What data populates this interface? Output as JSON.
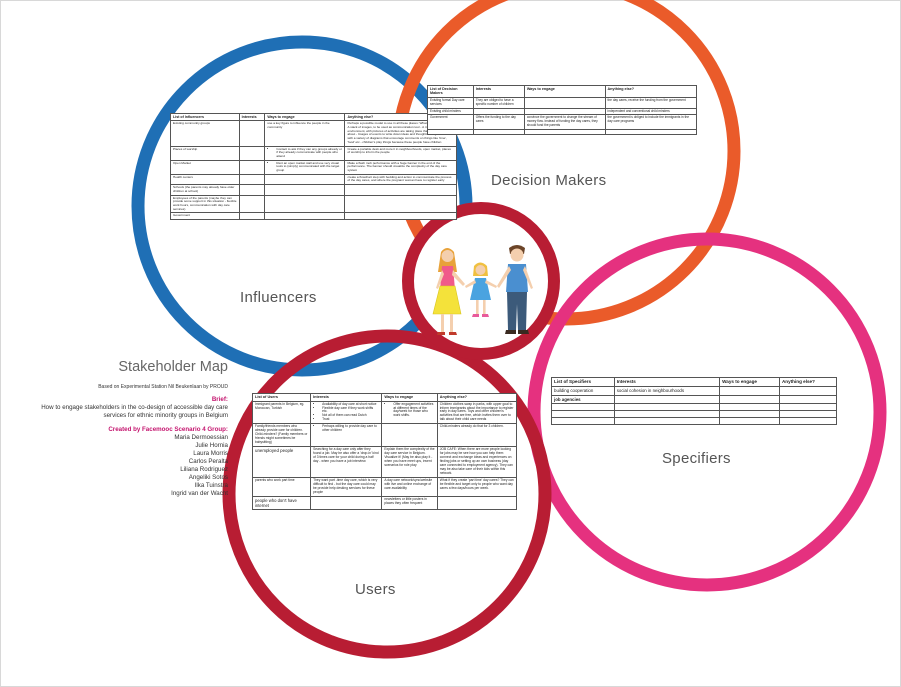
{
  "colors": {
    "influencers": "#1f6fb5",
    "decision_makers": "#ea5b2a",
    "users": "#b81d33",
    "specifiers": "#e5317f",
    "center": "#b81d33",
    "accent_text": "#c4146e"
  },
  "side": {
    "title": "Stakeholder Map",
    "based_on": "Based on Experimental Station Nil Beukenlaan by PROUD",
    "brief_heading": "Brief:",
    "brief_text": "How to engage stakeholders in the co-design of accessible day care services for ethnic minority groups in Belgium",
    "created_by": "Created by Facemooc Scenario 4 Group:",
    "members": [
      "Maria Dermoessian",
      "Julie Hornia",
      "Laura Morris",
      "Carlos Peralta",
      "Liliana Rodriguez",
      "Angeliki Sotos",
      "Ilka Tuinstra",
      "Ingrid van der Wacht"
    ]
  },
  "labels": {
    "influencers": "Influencers",
    "decision_makers": "Decision Makers",
    "users": "Users",
    "specifiers": "Specifiers"
  },
  "influencers_table": {
    "headers": [
      "List of Influencers",
      "Interests",
      "Ways to engage",
      "Anything else?"
    ],
    "rows": [
      [
        "Existing community groups",
        "",
        "use a key figure to influence the people in the community",
        "Perhaps a possible model to use in all these places: What could it contain? - A stack of images, to be used as communication tool - A map of the environment, with pictures of activities are taking place that we are talking about - Images of events to write down ideas and thoughts - Magnetic board with a variety of diagrams that encourage comments on things like 'time', 'food' etc - children's play things because these people have children"
      ],
      [
        "Places of worship",
        "",
        "Contact to ask if they can any groups already or if they already communicate with people who attend",
        "Create a portable desk and more it in neighbourhoods, open market, places of worship to inform the people"
      ],
      [
        "Open Market",
        "",
        "Rent an open market stall and use very visual tools to (simply) communicated with the target group",
        "Make a flash mob performance with a huge banner in the end of the performance. The banner should visualize the complexity of the day care system"
      ],
      [
        "Health centers",
        "",
        "",
        "create a flowchart step with bedding and action to communicate the process of the day cares, and where the pregnant woman have to register early"
      ],
      [
        "Schools (the parents may already have older children at school)",
        "",
        "",
        ""
      ],
      [
        "Employees of the parents (maybe they can provide some support in this situation - flexible work hours, communication with day care services)",
        "",
        "",
        ""
      ],
      [
        "Government",
        "",
        "",
        ""
      ]
    ]
  },
  "decision_table": {
    "headers": [
      "List of Decision Makers",
      "Interests",
      "Ways to engage",
      "Anything else?"
    ],
    "rows": [
      [
        "Existing formal Day care services",
        "They are obliged to have a specific number of children",
        "",
        "the day cares, receive the funding from the government"
      ],
      [
        "Existing child minders",
        "",
        "",
        "independent and conventional child minders"
      ],
      [
        "Government",
        "Offers the funding to the day cares",
        "convince the government to change the stream of money flow. Instead of funding the day cares, they should fund the parents",
        "the government is obliged to include the immigrants in the day care programs"
      ],
      [
        "",
        "",
        "",
        ""
      ]
    ]
  },
  "users_table": {
    "headers": [
      "List of Users",
      "Interests",
      "Ways to engage",
      "Anything else?"
    ],
    "rows": [
      {
        "user": "Immigrant parents in Belgium, eg. Moroccan, Turkish",
        "interests": [
          "Availability of day care at short notice",
          "Flexible day care if they work shifts etc.",
          "Not all of them can read Dutch",
          "Trust"
        ],
        "ways": [
          "Offer engagement activities at different times of the day/week for those who work shifts."
        ],
        "else": "Children clothes swap in parks, with upper goal to inform immigrants about the importance to register early in day cares. Toys and other children's activities that are free, which invites them over to talk about their child care needs"
      },
      {
        "user": "Family/friends members who already provide care for children. Child-minders? (Family members or friends might sometimes be babysitting)",
        "interests": [
          "Perhaps willing to provide day care to other children"
        ],
        "ways": [],
        "else": "Child-minders already do that for 3 children."
      },
      {
        "user": "unemployed people",
        "interests_text": "Searching for a day care only after they found a job. May be also offer a 'drop-in' kind of 3 times care for your child during a half day - when you have a job interview.",
        "ways_text": "Explain them the complexity of the day care service in Belgium. Visualize it! (May be also play it - when you have meet ups, invent scenarios for role play",
        "else": "JOB CAFE: When there are more people looking for jobs may be see how you can help them connect and exchange ideas and experiences on finding jobs or setting up an own business (day care connected to employment agency). They can may be also take care of their kids within this network."
      },
      {
        "user": "parents who work part time",
        "interests_text": "They want part -time day care, which is very difficult to find - but the day care could may be provide help desking services for these people",
        "ways_text": "A day care network/sync/website with live and online exchange of care availability",
        "else": "What if they create 'part time' day cares? They can be flexible and target only to people who want day cares a few days/hours per week."
      },
      {
        "user": "people who don't have internet",
        "interests_text": "",
        "ways_text": "newsletters or little posters in places they often frequent",
        "else": ""
      }
    ]
  },
  "specifiers_table": {
    "headers": [
      "List of Specifiers",
      "Interests",
      "Ways to engage",
      "Anything else?"
    ],
    "rows": [
      [
        "building cooperation",
        "social cohesion in neighbourhoods",
        "",
        ""
      ],
      [
        "job agencies",
        "",
        "",
        ""
      ],
      [
        "",
        "",
        "",
        ""
      ],
      [
        "",
        "",
        "",
        ""
      ],
      [
        "",
        "",
        "",
        ""
      ]
    ]
  },
  "center_icon": "family-icon"
}
